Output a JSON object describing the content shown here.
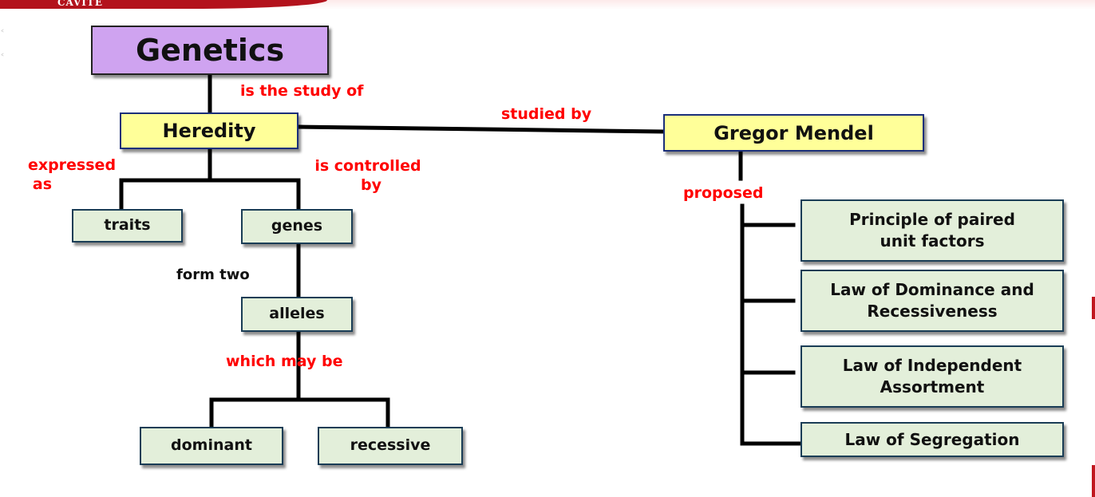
{
  "header": {
    "logo_text": "CAVITE"
  },
  "nodes": {
    "genetics": "Genetics",
    "heredity": "Heredity",
    "gregor_mendel": "Gregor Mendel",
    "traits": "traits",
    "genes": "genes",
    "alleles": "alleles",
    "dominant": "dominant",
    "recessive": "recessive",
    "principle_paired": "Principle of paired unit factors",
    "law_dominance": "Law of Dominance and Recessiveness",
    "law_independent": "Law of Independent Assortment",
    "law_segregation": "Law of Segregation"
  },
  "links": {
    "is_study_of": "is the study of",
    "studied_by": "studied by",
    "expressed_line1": "expressed",
    "expressed_line2": "as",
    "controlled_line1": "is controlled",
    "controlled_line2": "by",
    "form_two": "form two",
    "which_may_be": "which may be",
    "proposed": "proposed"
  },
  "colors": {
    "title_fill": "#cfa3f0",
    "heredity_fill": "#ffff99",
    "node_fill": "#e3efda",
    "label_red": "#ff0000",
    "connector": "#000000"
  }
}
